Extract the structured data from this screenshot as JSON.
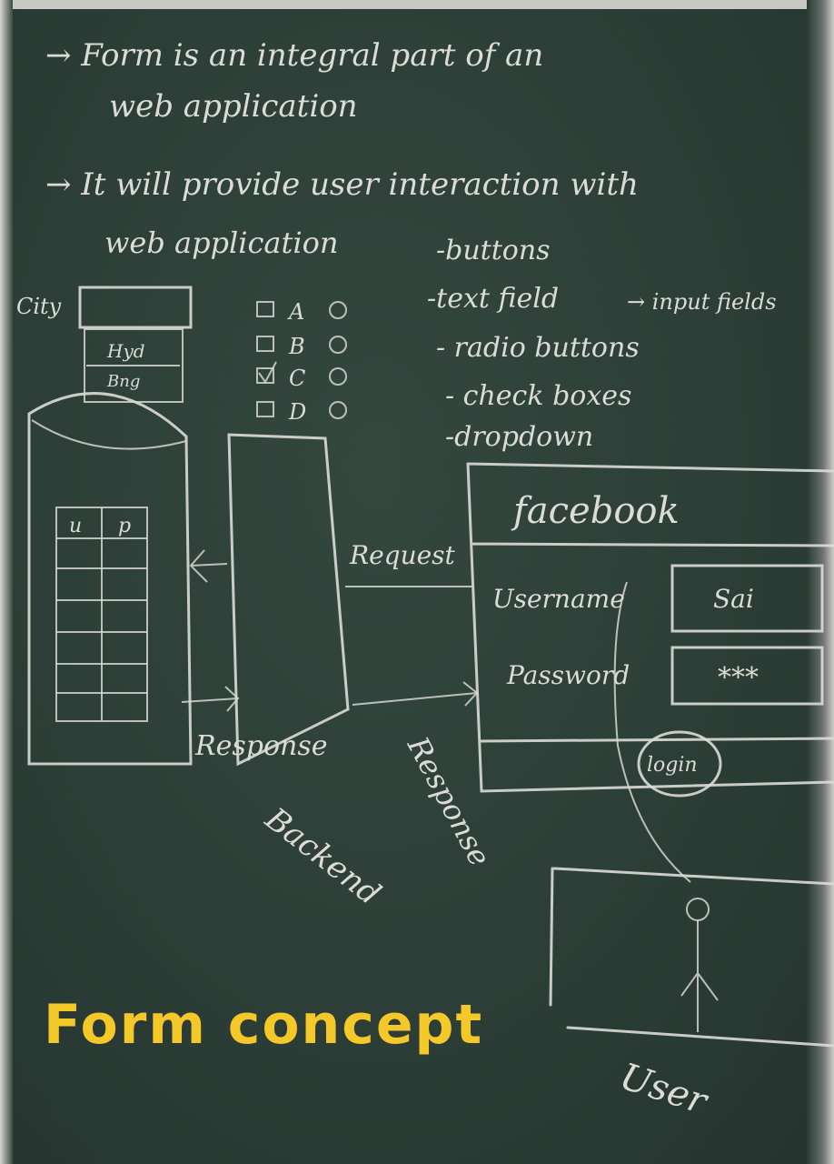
{
  "board": {
    "line1": "→ Form is an integral part of an",
    "line2": "web application",
    "line3": "→ It will provide user interaction with",
    "line4": "web application",
    "elements": [
      "-buttons",
      "-text field",
      "- radio buttons",
      "- check boxes",
      "-dropdown"
    ],
    "input_fields_note": "→ input fields",
    "city_label": "City",
    "dropdown_options": [
      "Hyd",
      "Bng"
    ],
    "checkbox_options": [
      "A",
      "B",
      "C",
      "D"
    ],
    "table_headers": [
      "u",
      "p"
    ],
    "facebook_title": "facebook",
    "username_label": "Username",
    "username_value": "Sai",
    "password_label": "Password",
    "password_value": "***",
    "login_button": "login",
    "request_label": "Request",
    "response_label_1": "Response",
    "response_label_2": "Response",
    "backend_label": "Backend",
    "user_label": "User"
  },
  "caption": "Form concept"
}
